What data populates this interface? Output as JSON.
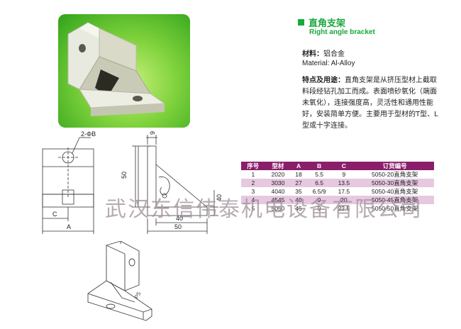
{
  "product": {
    "title_zh": "直角支架",
    "title_en": "Right angle bracket"
  },
  "material": {
    "label_zh": "材料：",
    "value_zh": "铝合金",
    "en": "Material: Al-Alloy"
  },
  "usage": {
    "label_zh": "特点及用途：",
    "text_zh": "直角支架是从挤压型材上截取料段经钻孔加工而成。表面喷砂氧化（端面未氧化），连接强度高，灵活性和通用性能好，安装简单方便。主要用于型材的T型、L型或十字连接。"
  },
  "drawing_labels": {
    "hole": "2-ΦB",
    "c": "C",
    "a": "A",
    "dim_50_side": "50",
    "dim_9": "9",
    "dim_40_bottom": "40",
    "dim_50_bottom": "50",
    "dim_40_side": "40",
    "profile_mark": "P5"
  },
  "table": {
    "headers": [
      "序号",
      "型材",
      "A",
      "B",
      "C",
      "订货编号"
    ],
    "rows": [
      [
        "1",
        "2020",
        "18",
        "5.5",
        "9",
        "5050-20直角支架"
      ],
      [
        "2",
        "3030",
        "27",
        "6.5",
        "13.5",
        "5050-30直角支架"
      ],
      [
        "3",
        "4040",
        "35",
        "6.5/9",
        "17.5",
        "5050-40直角支架"
      ],
      [
        "4",
        "4545",
        "40",
        "9",
        "20",
        "5050-45直角支架"
      ],
      [
        "5",
        "5050",
        "45",
        "9",
        "22.5",
        "5050-50直角支架"
      ]
    ]
  },
  "watermark": "武汉东信伟泰机电设备有限公司",
  "colors": {
    "accent_green": "#19a83a",
    "table_header": "#8a1e6a",
    "table_alt_row": "#e6c8df"
  }
}
